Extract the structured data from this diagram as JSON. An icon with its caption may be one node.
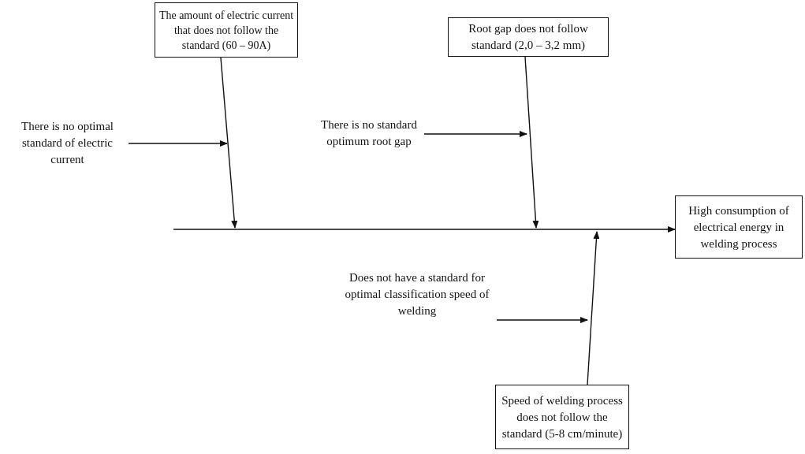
{
  "diagram": {
    "nodes": [
      {
        "text": [
          "The amount of electric current that does not follow the standard (60 – 90A)"
        ]
      },
      {
        "text": [
          "There is no optimal standard of electric current"
        ]
      },
      {
        "text": [
          "Root gap does not follow standard (2,0 – 3,2 mm)"
        ]
      },
      {
        "text": [
          "There is no standard optimum root gap"
        ]
      },
      {
        "text": [
          "High consumption of electrical energy in welding process"
        ]
      },
      {
        "text": [
          "Does not have a standard for optimal classification speed of welding"
        ]
      },
      {
        "text": [
          "Speed of welding process does not follow the standard (5-8 cm/minute)"
        ]
      }
    ],
    "edges": [
      {
        "from": null,
        "to": 4,
        "arrow": "to"
      },
      {
        "from": 0,
        "to": null,
        "arrow": "to"
      },
      {
        "from": 1,
        "to": null,
        "arrow": "to"
      },
      {
        "from": 2,
        "to": null,
        "arrow": "to"
      },
      {
        "from": 3,
        "to": null,
        "arrow": "to"
      },
      {
        "from": 5,
        "to": null,
        "arrow": "to"
      },
      {
        "from": 6,
        "to": null,
        "arrow": "to"
      }
    ]
  }
}
